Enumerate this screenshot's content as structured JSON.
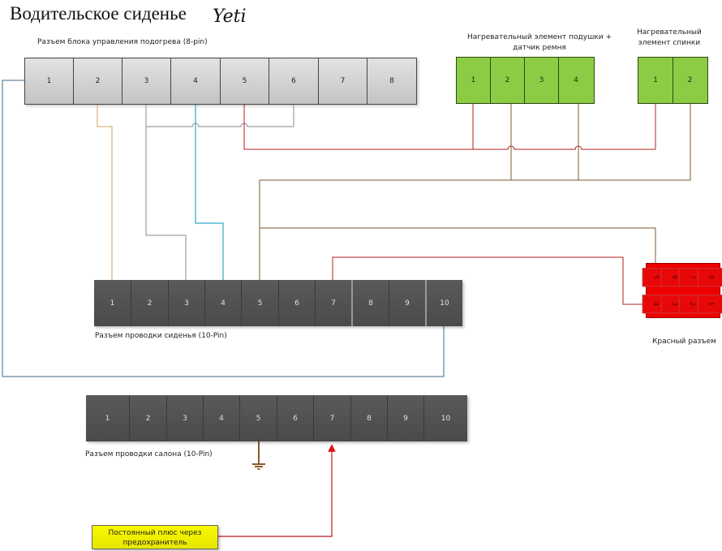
{
  "header": {
    "title": "Водительское сиденье",
    "logo": "Yeti"
  },
  "connectors": {
    "control_unit": {
      "label": "Разъем блока управления подогрева (8-pin)",
      "pins": [
        "1",
        "2",
        "3",
        "4",
        "5",
        "6",
        "7",
        "8"
      ],
      "color": "#d0d0d0"
    },
    "cushion_heater": {
      "label_line1": "Нагревательный элемент подушки +",
      "label_line2": "датчик ремня",
      "pins": [
        "1",
        "2",
        "3",
        "4"
      ],
      "color": "#8ccc44"
    },
    "back_heater": {
      "label_line1": "Нагревательный",
      "label_line2": "элемент спинки",
      "pins": [
        "1",
        "2"
      ],
      "color": "#8ccc44"
    },
    "red_connector": {
      "label": "Красный разъем",
      "top_row": [
        "5",
        "6",
        "7",
        "8"
      ],
      "bottom_row": [
        "4",
        "3",
        "2",
        "1"
      ],
      "color": "#e00000"
    },
    "seat_wiring": {
      "label": "Разъем проводки сиденья (10-Pin)",
      "pins": [
        "1",
        "2",
        "3",
        "4",
        "5",
        "6",
        "7",
        "8",
        "9",
        "10"
      ],
      "color": "#505050"
    },
    "cabin_wiring": {
      "label": "Разъем проводки салона (10-Pin)",
      "pins": [
        "1",
        "2",
        "3",
        "4",
        "5",
        "6",
        "7",
        "8",
        "9",
        "10"
      ],
      "color": "#505050"
    }
  },
  "note": {
    "line1": "Постоянный плюс через",
    "line2": "предохранитель",
    "color": "#f0f000"
  },
  "wire_colors": {
    "orange": "#d4a060",
    "gray": "#8a8a9a",
    "cyan": "#30a8c8",
    "red": "#b02020",
    "brown": "#7a5a30",
    "blue": "#3a6a8a",
    "arrow_red": "#e01010"
  }
}
